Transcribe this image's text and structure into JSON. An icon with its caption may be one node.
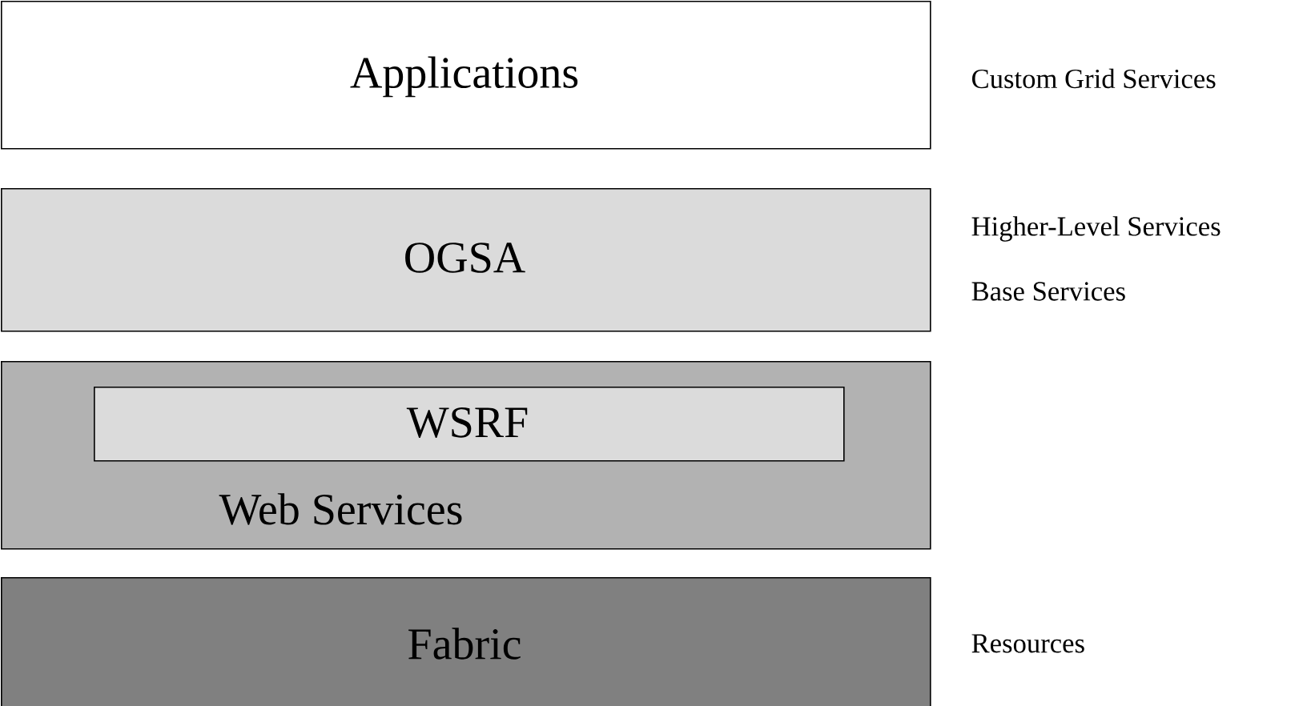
{
  "diagram": {
    "nodes": [
      {
        "text": [
          "Applications"
        ]
      },
      {
        "text": [
          "OGSA"
        ]
      },
      {
        "text": [
          "Web Services"
        ]
      },
      {
        "text": [
          "WSRF"
        ],
        "in": 2
      },
      {
        "text": [
          "Fabric"
        ]
      }
    ],
    "labels": [
      "Custom Grid Services",
      "Higher-Level Services",
      "Base Services",
      "Resources"
    ]
  }
}
